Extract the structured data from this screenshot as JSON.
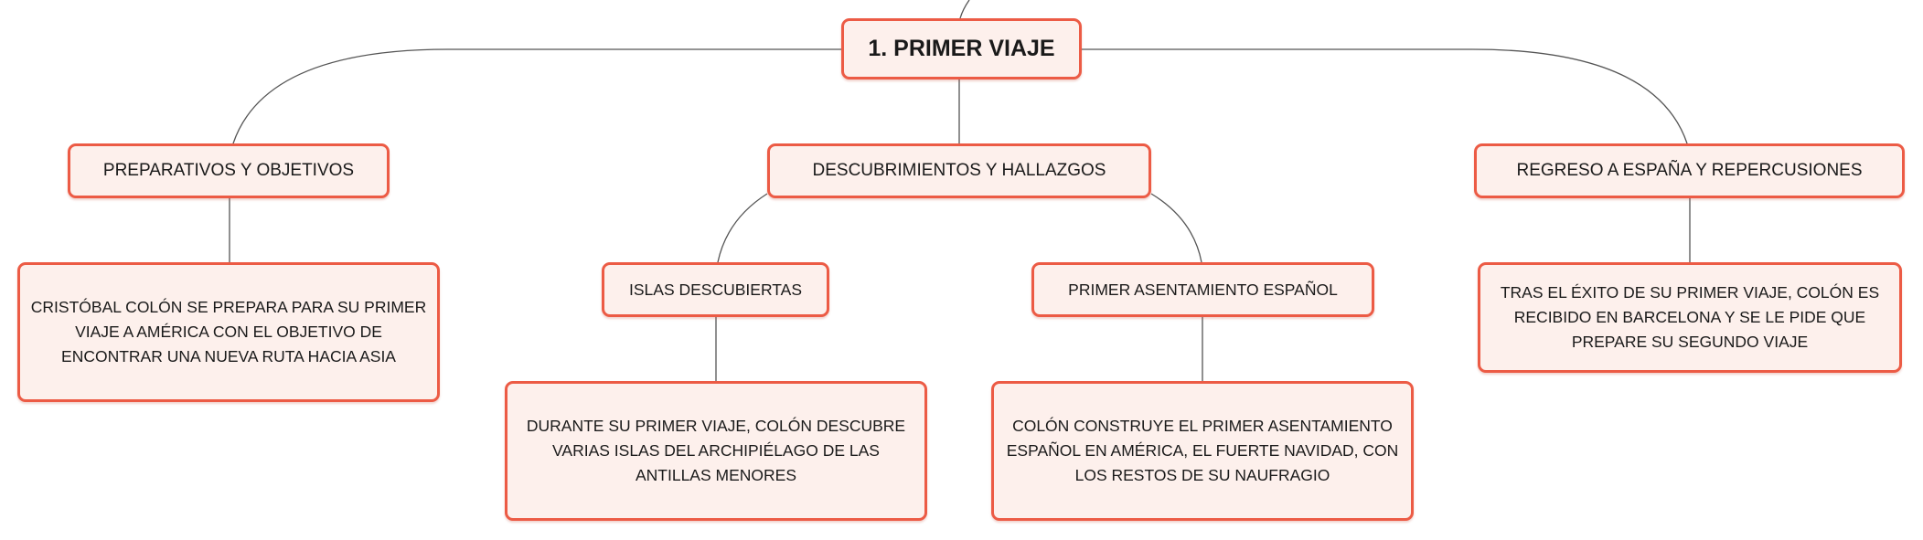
{
  "root": {
    "label": "1. PRIMER VIAJE"
  },
  "branches": [
    {
      "label": "PREPARATIVOS Y OBJETIVOS",
      "detail": "CRISTÓBAL COLÓN SE PREPARA PARA SU PRIMER VIAJE A AMÉRICA CON EL OBJETIVO DE ENCONTRAR UNA NUEVA RUTA HACIA ASIA"
    },
    {
      "label": "DESCUBRIMIENTOS Y HALLAZGOS",
      "children": [
        {
          "label": "ISLAS DESCUBIERTAS",
          "detail": "DURANTE SU PRIMER VIAJE, COLÓN DESCUBRE VARIAS ISLAS DEL ARCHIPIÉLAGO DE LAS ANTILLAS MENORES"
        },
        {
          "label": "PRIMER ASENTAMIENTO ESPAÑOL",
          "detail": "COLÓN CONSTRUYE EL PRIMER ASENTAMIENTO ESPAÑOL EN AMÉRICA, EL FUERTE NAVIDAD, CON LOS RESTOS DE SU NAUFRAGIO"
        }
      ]
    },
    {
      "label": "REGRESO A ESPAÑA Y REPERCUSIONES",
      "detail": "TRAS EL ÉXITO DE SU PRIMER VIAJE, COLÓN ES RECIBIDO EN BARCELONA Y SE LE PIDE QUE PREPARE SU SEGUNDO VIAJE"
    }
  ],
  "colors": {
    "border": "#ec5b45",
    "fill": "#fdf0ec",
    "line": "#555555"
  }
}
